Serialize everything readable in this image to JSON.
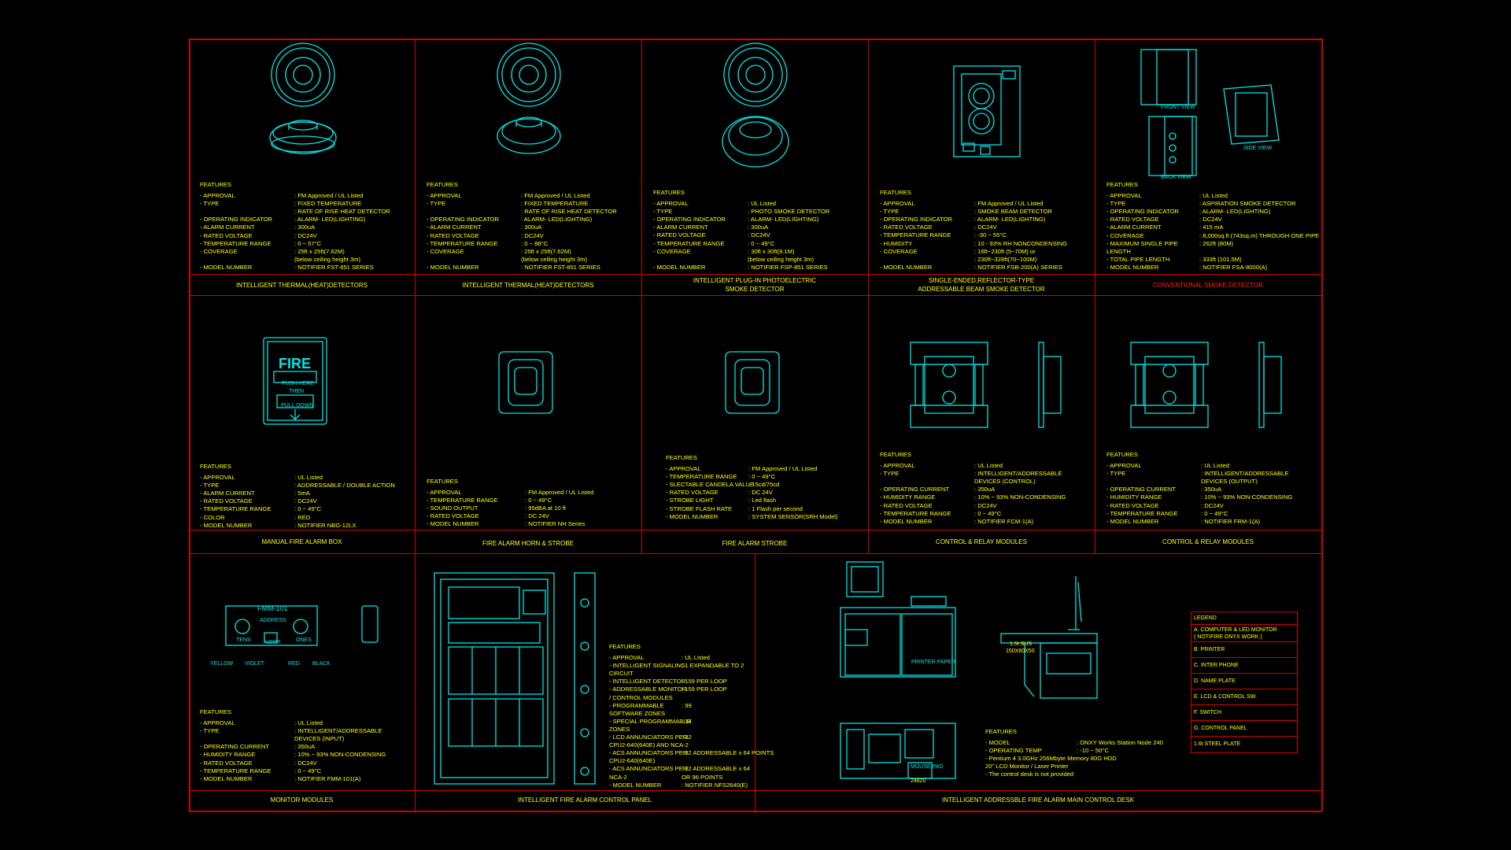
{
  "panels": [
    {
      "id": "p1",
      "title": "INTELLIGENT THERMAL(HEAT)DETECTORS",
      "features": [
        [
          "- APPROVAL",
          ": FM Approved / UL Listed"
        ],
        [
          "- TYPE",
          ": FIXED TEMPERATURE"
        ],
        [
          "",
          ": RATE OF RISE HEAT DETECTOR"
        ],
        [
          "- OPERATING INDICATOR",
          ": ALARM- LED(LIGHTING)"
        ],
        [
          "- ALARM CURRENT",
          ": 300uA"
        ],
        [
          "- RATED VOLTAGE",
          ": DC24V"
        ],
        [
          "- TEMPERATURE RANGE",
          ": 0 ~ 57°C"
        ],
        [
          "- COVERAGE",
          ": 25ft x 25ft(7.62M)"
        ],
        [
          "",
          "  (below ceiling height 3m)"
        ],
        [
          "- MODEL NUMBER",
          ": NOTIFIER FST-851 SERIES"
        ]
      ]
    },
    {
      "id": "p2",
      "title": "INTELLIGENT THERMAL(HEAT)DETECTORS",
      "features": [
        [
          "- APPROVAL",
          ": FM Approved / UL Listed"
        ],
        [
          "- TYPE",
          ": FIXED TEMPERATURE"
        ],
        [
          "",
          ": RATE OF RISE HEAT DETECTOR"
        ],
        [
          "- OPERATING INDICATOR",
          ": ALARM- LED(LIGHTING)"
        ],
        [
          "- ALARM CURRENT",
          ": 300uA"
        ],
        [
          "- RATED VOLTAGE",
          ": DC24V"
        ],
        [
          "- TEMPERATURE RANGE",
          ": 0 ~ 88°C"
        ],
        [
          "- COVERAGE",
          ": 25ft x 25ft(7.62M)"
        ],
        [
          "",
          "  (below ceiling height 3m)"
        ],
        [
          "- MODEL NUMBER",
          ": NOTIFIER FST-851 SERIES"
        ]
      ]
    },
    {
      "id": "p3",
      "title": "INTELLIGENT PLUG-IN PHOTOELECTRIC",
      "title2": "SMOKE DETECTOR",
      "features": [
        [
          "- APPROVAL",
          ": UL Listed"
        ],
        [
          "- TYPE",
          ": PHOTO SMOKE DETECTOR"
        ],
        [
          "- OPERATING INDICATOR",
          ": ALARM- LED(LIGHTING)"
        ],
        [
          "- ALARM CURRENT",
          ": 300uA"
        ],
        [
          "- RATED VOLTAGE",
          ": DC24V"
        ],
        [
          "- TEMPERATURE RANGE",
          ": 0 ~ 49°C"
        ],
        [
          "- COVERAGE",
          ": 30ft x 30ft(9.1M)"
        ],
        [
          "",
          "  (below ceiling height 3m)"
        ],
        [
          "- MODEL NUMBER",
          ": NOTIFIER FSP-851 SERIES"
        ]
      ]
    },
    {
      "id": "p4",
      "title": "SINGLE-ENDED,REFLECTOR-TYPE",
      "title2": "ADDRESSABLE BEAM SMOKE DETECTOR",
      "features": [
        [
          "- APPROVAL",
          ": FM Approved / UL Listed"
        ],
        [
          "- TYPE",
          ": SMOKE BEAM DETECTOR"
        ],
        [
          "- OPERATING INDICATOR",
          ": ALARM- LED(LIGHTING)"
        ],
        [
          "- RATED VOLTAGE",
          ": DC24V"
        ],
        [
          "- TEMPERATURE RANGE",
          ": -30 ~ 55°C"
        ],
        [
          "- HUMIDITY",
          ": 10 - 93% RH NONCONDENSING"
        ],
        [
          "- COVERAGE",
          ": 16ft~230ft (5~70M) or"
        ],
        [
          "",
          ": 230ft~328ft(70~100M)"
        ],
        [
          "- MODEL NUMBER",
          ": NOTIFIER FSB-200(A) SERIES"
        ]
      ]
    },
    {
      "id": "p5",
      "title": "CONVENTIONAL SMOKE DETECTOR",
      "titleRed": true,
      "features": [
        [
          "- APPROVAL",
          ": UL Listed"
        ],
        [
          "- TYPE",
          ": ASPIRATION SMOKE DETECTOR"
        ],
        [
          "- OPERATING INDICATOR",
          ": ALARM- LED(LIGHTING)"
        ],
        [
          "- RATED VOLTAGE",
          ": DC24V"
        ],
        [
          "- ALARM CURRENT",
          ": 415 mA"
        ],
        [
          "- COVERAGE",
          ": 8,000sq.ft (743sq.m) THROUGH ONE PIPE"
        ],
        [
          "- MAXIMUM SINGLE PIPE",
          ": 262ft (80M)"
        ],
        [
          "  LENGTH",
          ""
        ],
        [
          "- TOTAL PIPE LENGTH",
          ": 333ft (101.5M)"
        ],
        [
          "- MODEL NUMBER",
          ": NOTIFIER FSA-8000(A)"
        ]
      ]
    },
    {
      "id": "p6",
      "title": "MANUAL FIRE ALARM BOX",
      "features": [
        [
          "- APPROVAL",
          ": UL Listed"
        ],
        [
          "- TYPE",
          ": ADDRESSABLE / DOUBLE ACTION"
        ],
        [
          "- ALARM CURRENT",
          ": 5mA"
        ],
        [
          "- RATED VOLTAGE",
          ": DC24V"
        ],
        [
          "- TEMPERATURE RANGE",
          ": 0 ~ 49°C"
        ],
        [
          "- COLOR",
          ": RED"
        ],
        [
          "- MODEL NUMBER",
          ": NOTIFIER NBG-12LX"
        ]
      ]
    },
    {
      "id": "p7",
      "title": "FIRE ALARM HORN & STROBE",
      "features": [
        [
          "- APPROVAL",
          ": FM Approved / UL Listed"
        ],
        [
          "- TEMPERATURE RANGE",
          ": 0 ~ 49°C"
        ],
        [
          "- SOUND OUTPUT",
          ": 95dBA at 10 ft"
        ],
        [
          "- RATED VOLTAGE",
          ": DC 24V"
        ],
        [
          "- MODEL NUMBER",
          ": NOTIFIER NH Series"
        ]
      ]
    },
    {
      "id": "p8",
      "title": "FIRE ALARM STROBE",
      "features": [
        [
          "- APPROVAL",
          ": FM Approved / UL Listed"
        ],
        [
          "- TEMPERATURE RANGE",
          ": 0 ~ 49°C"
        ],
        [
          "",
          ""
        ],
        [
          "- SLECTABLE CANDELA VALUE",
          ": 15cd/75cd"
        ],
        [
          "- RATED VOLTAGE",
          ": DC 24V"
        ],
        [
          "- STROBE LIGHT",
          ": Led flash"
        ],
        [
          "- STROBE FLASH RATE",
          ": 1 Flash per second"
        ],
        [
          "- MODEL NUMBER",
          ": SYSTEM SENSOR(SRH Model)"
        ]
      ]
    },
    {
      "id": "p9",
      "title": "CONTROL & RELAY MODULES",
      "features": [
        [
          "- APPROVAL",
          ": UL Listed"
        ],
        [
          "- TYPE",
          ": INTELLIGENT/ADDRESSABLE"
        ],
        [
          "",
          "  DEVICES (CONTROL)"
        ],
        [
          "- OPERATING CURRENT",
          ": 350uA"
        ],
        [
          "- HUMIDITY RANGE",
          ": 10% ~ 93% NON-CONDENSING"
        ],
        [
          "- RATED VOLTAGE",
          ": DC24V"
        ],
        [
          "- TEMPERATURE RANGE",
          ": 0 ~ 49°C"
        ],
        [
          "",
          ""
        ],
        [
          "- MODEL NUMBER",
          ": NOTIFIER FCM-1(A)"
        ]
      ]
    },
    {
      "id": "p10",
      "title": "CONTROL & RELAY MODULES",
      "features": [
        [
          "- APPROVAL",
          ": UL Listed"
        ],
        [
          "- TYPE",
          ": INTELLIGENT/ADDRESSABLE"
        ],
        [
          "",
          "  DEVICES (OUTPUT)"
        ],
        [
          "- OPERATING CURRENT",
          ": 350uA"
        ],
        [
          "- HUMIDITY RANGE",
          ": 10% ~ 93% NON-CONDENSING"
        ],
        [
          "- RATED VOLTAGE",
          ": DC24V"
        ],
        [
          "- TEMPERATURE RANGE",
          ": 0 ~ 49°C"
        ],
        [
          "",
          ""
        ],
        [
          "- MODEL NUMBER",
          ": NOTIFIER FRM-1(A)"
        ]
      ]
    },
    {
      "id": "p11",
      "title": "MONITOR MODULES",
      "features": [
        [
          "- APPROVAL",
          ": UL Listed"
        ],
        [
          "- TYPE",
          ": INTELLIGENT/ADDRESSABLE"
        ],
        [
          "",
          "  DEVICES (INPUT)"
        ],
        [
          "- OPERATING CURRENT",
          ": 350uA"
        ],
        [
          "- HUMIDITY RANGE",
          ": 10% ~ 93% NON-CONDENSING"
        ],
        [
          "- RATED VOLTAGE",
          ": DC24V"
        ],
        [
          "- TEMPERATURE RANGE",
          ": 0 ~ 49°C"
        ],
        [
          "",
          ""
        ],
        [
          "- MODEL NUMBER",
          ": NOTIFIER FMM-101(A)"
        ]
      ]
    },
    {
      "id": "p12",
      "title": "INTELLIGENT FIRE ALARM CONTROL PANEL",
      "features": [
        [
          "- APPROVAL",
          ": UL Listed"
        ],
        [
          "- INTELLIGENT SIGNALING",
          ": 1 EXPANDABLE TO 2"
        ],
        [
          "  CIRCUIT",
          ""
        ],
        [
          "- INTELLIGENT DETECTOR",
          ": 159 PER LOOP"
        ],
        [
          "- ADDRESSABLE MONITOR",
          ": 159 PER LOOP"
        ],
        [
          "  / CONTROL MODULES",
          ""
        ],
        [
          "- PROGRAMMABLE",
          ": 99"
        ],
        [
          "  SOFTWARE ZONES",
          ""
        ],
        [
          "- SPECIAL PROGRAMMABLE",
          ": 14"
        ],
        [
          "  ZONES",
          ""
        ],
        [
          "- LCD ANNUNCIATORS PER",
          ": 32"
        ],
        [
          "  CPU2-640(640E) AND NCA-2",
          ""
        ],
        [
          "- ACS ANNUNCIATORS PER",
          ": 32 ADDRESSABLE x 64 POINTS"
        ],
        [
          "  CPU2-640(640E)",
          ""
        ],
        [
          "- ACS ANNUNCIATORS PER",
          ": 32 ADDRESSABLE x 64"
        ],
        [
          "  NCA-2",
          "  OR 96 POINTS"
        ],
        [
          "- MODEL NUMBER",
          ": NOTIFIER NFS2640(E)"
        ]
      ]
    },
    {
      "id": "p13",
      "title": "INTELLIGENT ADDRESSBLE FIRE ALARM MAIN CONTROL DESK",
      "features": [
        [
          "- MODEL",
          ": ONXY Works Station Node 240"
        ],
        [
          "- OPERATING TEMP",
          ": -10 ~ 50°C"
        ],
        [
          "- Pentium 4 3.0GHz 256Mbyte Memory 80G HDD",
          ""
        ],
        [
          "  20\" LCD Monitor / Laser Printer",
          ""
        ],
        [
          "- The control desk is not provided",
          ""
        ]
      ]
    }
  ],
  "features_heading": "FEATURES",
  "legend": {
    "title": "LEGEND",
    "items": [
      "A. COMPUTER & LED MONITOR\n   ( NOTIFIRE ONYX WORK )",
      "B. PRINTER",
      "C. INTER PHONE",
      "D. NAME PLATE",
      "E. LCD & CONTROL SW.",
      "F. SWITCH",
      "G. CONTROL PANEL",
      "1.6t STEEL PLATE"
    ]
  },
  "drawing_labels": {
    "fire": "FIRE",
    "push_here": "PUSH HERE",
    "then": "THEN",
    "pull_down": "PULL DOWN",
    "fmm": "FMM-101",
    "address": "ADDRESS",
    "tens": "TENS",
    "ones": "ONES",
    "loop": "LOOP",
    "wire_colors": [
      "YELLOW",
      "VIOLET",
      "RED",
      "BLACK"
    ],
    "printer_paper": "PRINTER PAPER",
    "mouse_pad": "MOUSE PAD",
    "desk_dim": "24820",
    "sus": "1.5t SUS",
    "sus_dim": "150X60X50",
    "front_view": "FRONT VIEW",
    "back_view": "BACK VIEW",
    "side_view": "SIDE VIEW"
  },
  "colors": {
    "border": "#d40000",
    "line": "#00e5e5",
    "text": "#ffff00",
    "caption_red": "#ff2020"
  }
}
